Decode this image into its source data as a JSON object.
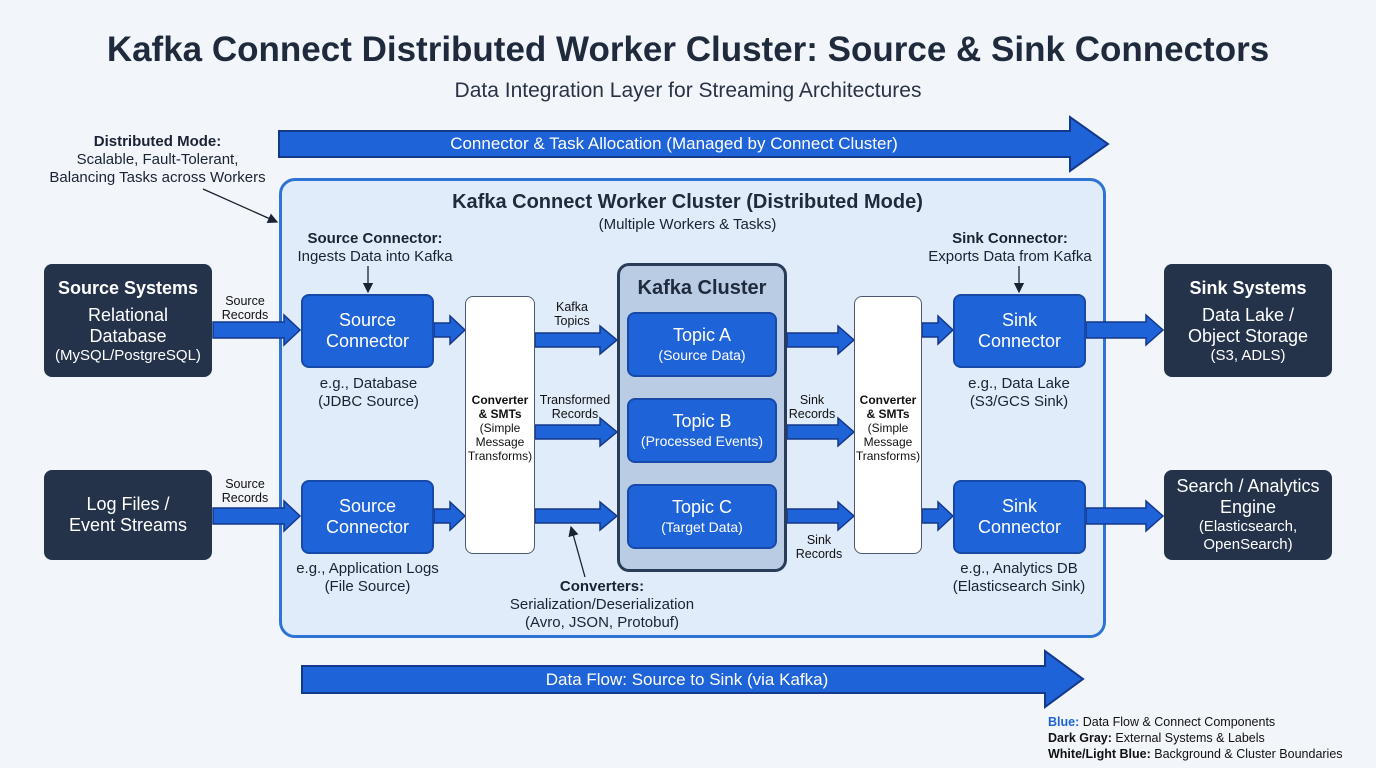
{
  "header": {
    "title": "Kafka Connect Distributed Worker Cluster: Source & Sink Connectors",
    "subtitle": "Data Integration Layer for Streaming Architectures"
  },
  "top_arrow": "Connector & Task Allocation (Managed by Connect Cluster)",
  "bottom_arrow": "Data Flow: Source to Sink (via Kafka)",
  "distributed_note": {
    "title": "Distributed Mode:",
    "line1": "Scalable, Fault-Tolerant,",
    "line2": "Balancing Tasks across Workers"
  },
  "cluster": {
    "title": "Kafka Connect Worker Cluster (Distributed Mode)",
    "subtitle": "(Multiple Workers & Tasks)"
  },
  "source_connector_note": {
    "title": "Source Connector:",
    "body": "Ingests Data into Kafka"
  },
  "sink_connector_note": {
    "title": "Sink Connector:",
    "body": "Exports Data from Kafka"
  },
  "source_systems": {
    "title": "Source Systems",
    "line1": "Relational",
    "line2": "Database",
    "line3": "(MySQL/PostgreSQL)"
  },
  "log_files": {
    "line1": "Log Files /",
    "line2": "Event Streams"
  },
  "sink_systems": {
    "title": "Sink Systems",
    "line1": "Data Lake /",
    "line2": "Object Storage",
    "line3": "(S3, ADLS)"
  },
  "search_engine": {
    "line1": "Search / Analytics",
    "line2": "Engine",
    "line3": "(Elasticsearch,",
    "line4": "OpenSearch)"
  },
  "connectors": {
    "source_top": {
      "line1": "Source",
      "line2": "Connector",
      "ex1": "e.g., Database",
      "ex2": "(JDBC Source)"
    },
    "source_bottom": {
      "line1": "Source",
      "line2": "Connector",
      "ex1": "e.g., Application Logs",
      "ex2": "(File Source)"
    },
    "sink_top": {
      "line1": "Sink",
      "line2": "Connector",
      "ex1": "e.g., Data Lake",
      "ex2": "(S3/GCS Sink)"
    },
    "sink_bottom": {
      "line1": "Sink",
      "line2": "Connector",
      "ex1": "e.g., Analytics DB",
      "ex2": "(Elasticsearch Sink)"
    }
  },
  "converter": {
    "line1": "Converter",
    "line2": "& SMTs",
    "line3": "(Simple",
    "line4": "Message",
    "line5": "Transforms)"
  },
  "edge_labels": {
    "source_records_1a": "Source",
    "source_records_1b": "Records",
    "source_records_2a": "Source",
    "source_records_2b": "Records",
    "kafka_topics_a": "Kafka",
    "kafka_topics_b": "Topics",
    "transformed_a": "Transformed",
    "transformed_b": "Records",
    "sink_records_1a": "Sink",
    "sink_records_1b": "Records",
    "sink_records_2a": "Sink",
    "sink_records_2b": "Records"
  },
  "kafka": {
    "title": "Kafka Cluster",
    "topics": [
      {
        "name": "Topic A",
        "desc": "(Source Data)"
      },
      {
        "name": "Topic B",
        "desc": "(Processed Events)"
      },
      {
        "name": "Topic C",
        "desc": "(Target Data)"
      }
    ]
  },
  "converters_note": {
    "title": "Converters:",
    "line1": "Serialization/Deserialization",
    "line2": "(Avro, JSON, Protobuf)"
  },
  "legend": {
    "blue_key": "Blue:",
    "blue_text": " Data Flow & Connect Components",
    "gray_key": "Dark Gray:",
    "gray_text": " External Systems & Labels",
    "white_key": "White/Light Blue:",
    "white_text": " Background & Cluster Boundaries"
  },
  "colors": {
    "blue": "#1f63d8",
    "dark_gray": "#24324a",
    "light_blue": "#e0ecfa",
    "background": "#f2f6fb"
  }
}
